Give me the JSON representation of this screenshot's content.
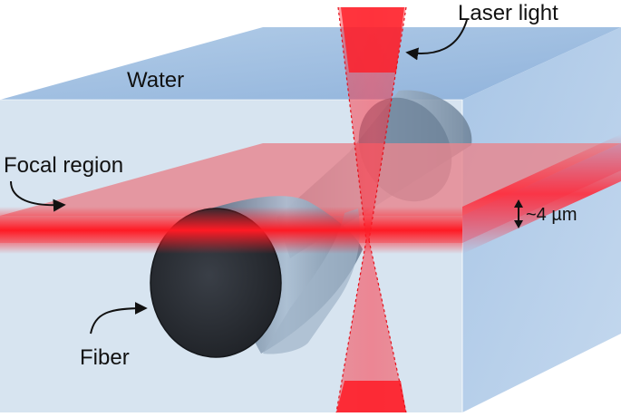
{
  "labels": {
    "laser": "Laser light",
    "water": "Water",
    "focal": "Focal region",
    "thickness": "~4 µm",
    "fiber": "Fiber"
  },
  "colors": {
    "water_top": "#9dbde0",
    "water_front": "#d6e3ef",
    "water_right": "#b6cfea",
    "focal_plane": "#e88a93",
    "laser_red": "#ff1a24",
    "fiber_dark": "#2b2f36",
    "fiber_body": "#8da5bd"
  }
}
